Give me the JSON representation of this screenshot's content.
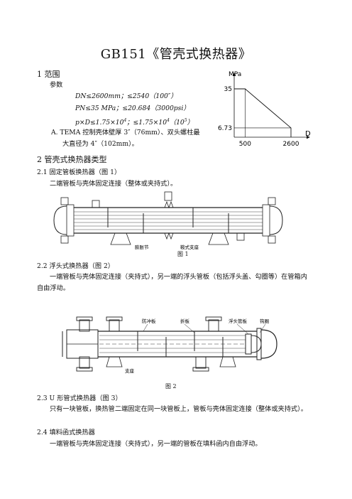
{
  "document": {
    "title": "GB151《管壳式换热器》",
    "section1": {
      "heading": "1  范围",
      "params_label": "参数",
      "line_dn": "DN≤2600mm；≤2540（100″）",
      "line_pn": "PN≤35 MPa；≤20.684（3000psi）",
      "line_pd_main": "p×D≤1.75×10",
      "line_pd_exp1": "4",
      "line_pd_mid": "；≤1.75×10",
      "line_pd_exp2": "4",
      "line_pd_paren_open": "（10",
      "line_pd_exp3": "5",
      "line_pd_paren_close": "）",
      "tema_line1": "A.  TEMA 控制壳体壁厚 3″（76mm）、双头螺柱最",
      "tema_line2": "大直径为 4″（102mm）。"
    },
    "section2": {
      "heading": "2  管壳式换热器类型",
      "s21_heading": "2.1  固定管板换热器（图 1）",
      "s21_text": "二端管板与壳体固定连接（整体或夹持式）。",
      "fig1_caption": "图 1",
      "fig1_label_a": "膨胀节",
      "fig1_label_b": "鞍式支座",
      "s22_heading": "2.2  浮头式换热器（图 2）",
      "s22_text": "一端管板与壳体固定连接（夹持式），另一端的浮头管板（包括浮头盖、勾圈等）在管箱内自由浮动。",
      "fig2_caption": "图 2",
      "fig2_label_1": "防冲板",
      "fig2_label_2": "折板",
      "fig2_label_3": "浮头管板",
      "fig2_label_4": "钩圈",
      "fig2_label_5": "支座",
      "s23_heading": "2.3 U 形管式换热器（图 3）",
      "s23_text": "只有一块管板，换热管二端固定在同一块管板上，管板与壳体固定连接（整体或夹持式）。",
      "s24_heading": "2.4  填料函式换热器",
      "s24_text": "一端管板与壳体固定连接（夹持式），另一端的管板在填料函内自由浮动。"
    }
  },
  "chart_data": {
    "type": "line",
    "title": "",
    "ylabel": "MPa",
    "xlabel": "D",
    "y_ticks": [
      "35",
      "6.73"
    ],
    "x_ticks": [
      "500",
      "2600"
    ],
    "series": [
      {
        "x": [
          0,
          500,
          2600,
          2600
        ],
        "y": [
          35,
          35,
          6.73,
          0
        ]
      }
    ]
  }
}
